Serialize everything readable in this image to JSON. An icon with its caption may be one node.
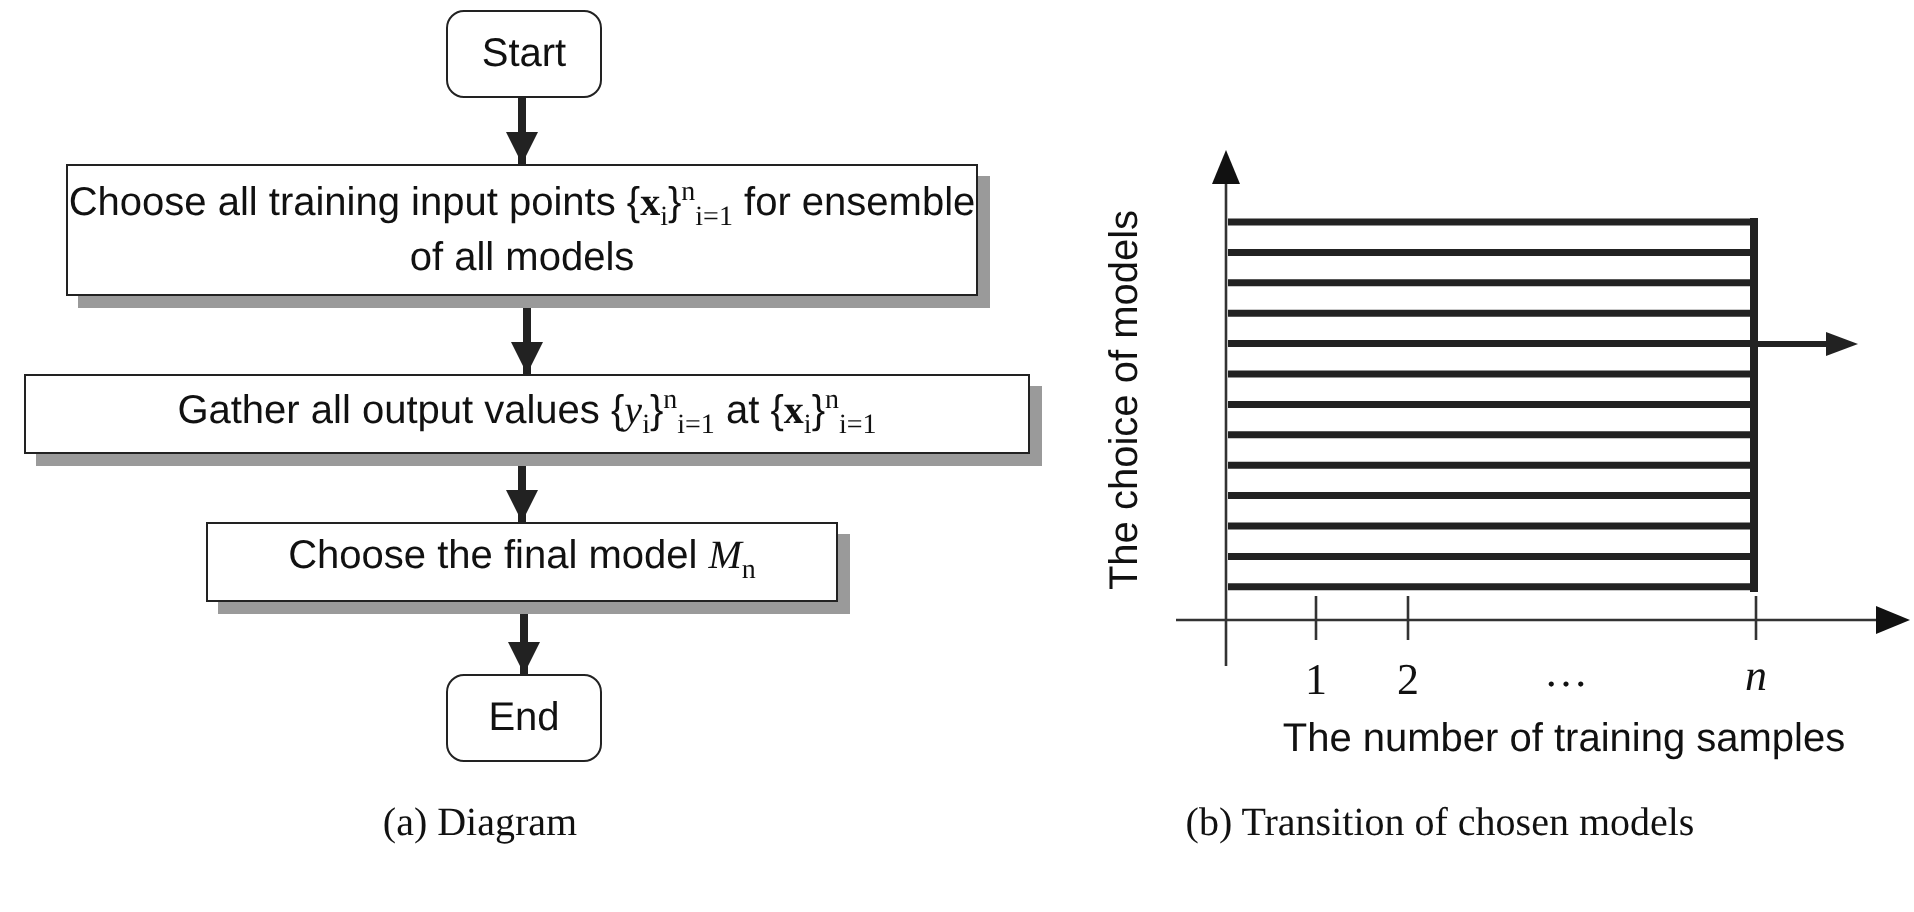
{
  "diagram": {
    "nodes": [
      {
        "text": [
          "Start"
        ]
      },
      {
        "text": [
          "Choose all training input points {**x**$_{i}$}$^{n}$$_{i=1}$ for ensemble of all models"
        ]
      },
      {
        "text": [
          "Gather all output values {*y*$_{i}$}$^{n}$$_{i=1}$ at {**x**$_{i}$}$^{n}$$_{i=1}$"
        ]
      },
      {
        "text": [
          "Choose the final model *M*$_{n}$"
        ]
      },
      {
        "text": [
          "End"
        ]
      }
    ],
    "edges": [
      {
        "from": 0,
        "to": 1,
        "arrow": "to"
      },
      {
        "from": 1,
        "to": 2,
        "arrow": "to"
      },
      {
        "from": 2,
        "to": 3,
        "arrow": "to"
      },
      {
        "from": 3,
        "to": 4,
        "arrow": "to"
      }
    ],
    "labels": [
      "The choice of models",
      "1",
      "2",
      "…",
      "n",
      "The number of training samples",
      "(a) Diagram",
      "(b) Transition of chosen models"
    ]
  }
}
